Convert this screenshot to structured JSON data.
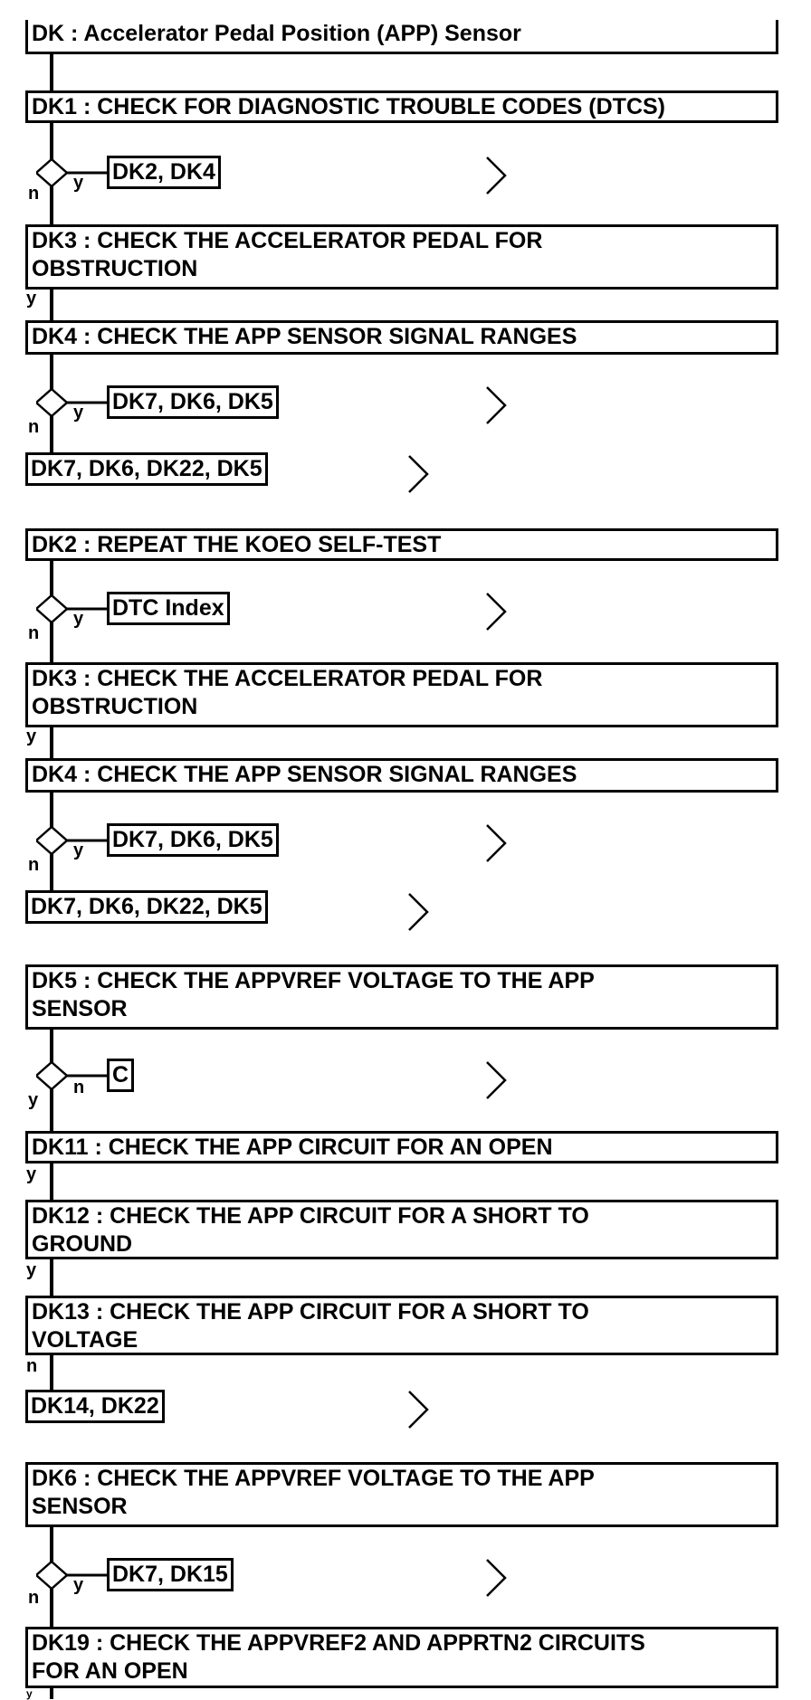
{
  "title": "DK : Accelerator Pedal Position (APP) Sensor",
  "sections": [
    {
      "dk1": "DK1 : CHECK FOR DIAGNOSTIC TROUBLE CODES (DTCS)",
      "dk1_yes": "DK2, DK4",
      "dk3a_l1": "DK3 : CHECK THE ACCELERATOR PEDAL FOR",
      "dk3a_l2": "OBSTRUCTION",
      "dk4a": "DK4 : CHECK THE APP SENSOR SIGNAL RANGES",
      "dk4a_yes": "DK7, DK6, DK5",
      "dk4a_no": "DK7, DK6, DK22, DK5"
    },
    {
      "dk2": "DK2 : REPEAT THE KOEO SELF-TEST",
      "dk2_yes": "DTC Index",
      "dk3b_l1": "DK3 : CHECK THE ACCELERATOR PEDAL FOR",
      "dk3b_l2": "OBSTRUCTION",
      "dk4b": "DK4 : CHECK THE APP SENSOR SIGNAL RANGES",
      "dk4b_yes": "DK7, DK6, DK5",
      "dk4b_no": "DK7, DK6, DK22, DK5"
    },
    {
      "dk5_l1": "DK5 : CHECK THE APPVREF VOLTAGE TO THE APP",
      "dk5_l2": "SENSOR",
      "dk5_no": "C",
      "dk11": "DK11 : CHECK THE APP CIRCUIT FOR AN OPEN",
      "dk12_l1": "DK12 : CHECK THE APP CIRCUIT FOR A SHORT TO",
      "dk12_l2": "GROUND",
      "dk13_l1": "DK13 : CHECK THE APP CIRCUIT FOR A SHORT TO",
      "dk13_l2": "VOLTAGE",
      "dk13_no": "DK14, DK22"
    },
    {
      "dk6_l1": "DK6 : CHECK THE APPVREF VOLTAGE TO THE APP",
      "dk6_l2": "SENSOR",
      "dk6_yes": "DK7, DK15",
      "dk19_l1": "DK19 : CHECK THE APPVREF2 AND APPRTN2 CIRCUITS",
      "dk19_l2": "FOR AN OPEN"
    }
  ],
  "labels": {
    "y": "y",
    "n": "n"
  }
}
